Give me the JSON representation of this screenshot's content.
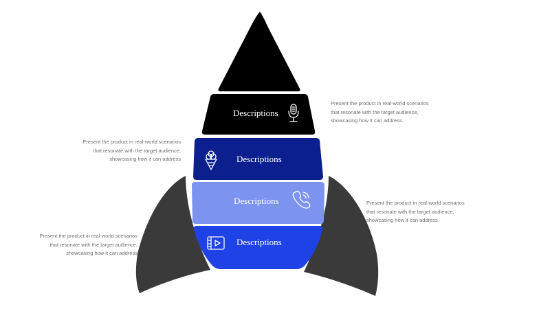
{
  "colors": {
    "nose": "#000000",
    "fins": "#3a3a3a",
    "tier1": "#000000",
    "tier2": "#0b1f8f",
    "tier3": "#7c93f0",
    "tier4": "#1f42e6",
    "label_text": "#ffffff",
    "caption_text": "#6e6e6e"
  },
  "tiers": [
    {
      "label": "Descriptions",
      "icon": "microphone-icon"
    },
    {
      "label": "Descriptions",
      "icon": "ice-cream-icon"
    },
    {
      "label": "Descriptions",
      "icon": "phone-icon"
    },
    {
      "label": "Descriptions",
      "icon": "video-icon"
    }
  ],
  "captions": [
    {
      "lines": [
        "Present the product in real-world scenarios",
        "that resonate with the target audience,",
        "showcasing how it can address."
      ]
    },
    {
      "lines": [
        "Present the product in real-world scenarios",
        "that resonate with the target audience,",
        "showcasing how it can address"
      ]
    },
    {
      "lines": [
        "Present the product in real-world scenarios",
        "that resonate with the target audience,",
        "showcasing how it can address."
      ]
    },
    {
      "lines": [
        "Present the product in real-world scenarios",
        "that resonate with the target audience,",
        "showcasing how it can address"
      ]
    }
  ]
}
